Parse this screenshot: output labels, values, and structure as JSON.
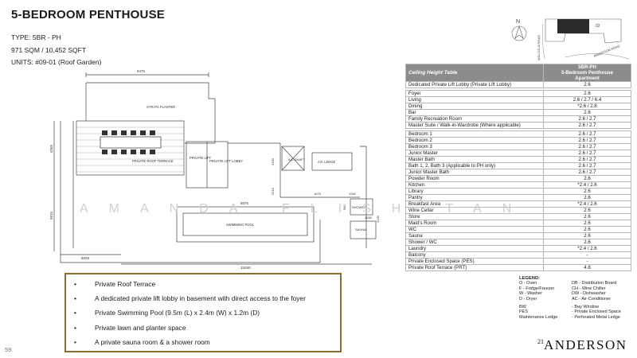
{
  "header": {
    "title": "5-BEDROOM PENTHOUSE",
    "type": "TYPE: 5BR - PH",
    "area": "971 SQM / 10,452 SQFT",
    "units": "UNITS: #09-01 (Roof Garden)"
  },
  "keyplan": {
    "road1": "MALCOLM ROAD",
    "road2": "ANDERSON ROAD",
    "block": "02"
  },
  "plan": {
    "dims": {
      "top": "9475",
      "left1": "4265",
      "left2": "5815",
      "bottom1": "6025",
      "bottom2": "15290",
      "pool": "8975",
      "d2300": "2300",
      "d2510": "2510",
      "d1675": "1675",
      "d1260": "1260",
      "d1260b": "1260",
      "d580": "580",
      "d1240": "1240"
    },
    "labels": {
      "planter": "STRATA PLANTER",
      "terrace": "PRIVATE ROOF TERRACE",
      "lift": "PRIVATE LIFT",
      "lobby": "PRIVATE LIFT LOBBY",
      "shaft": "A/C SHAFT",
      "ledge": "A/C LEDGE",
      "shower": "SHOWER",
      "sauna": "SAUNA",
      "pool": "SWIMMING POOL"
    },
    "watermark": "AMANDA FLISH TAN"
  },
  "ceiling_table": {
    "header_left": "Ceiling Height Table",
    "header_right": [
      "5BR-PH",
      "5-Bedroom Penthouse",
      "Apartment"
    ],
    "groups": [
      [
        [
          "Dedicated Private Lift Lobby (Private Lift Lobby)",
          "2.6"
        ]
      ],
      [
        [
          "Foyer",
          "2.6"
        ],
        [
          "Living",
          "2.6 / 2.7 / 6.4"
        ],
        [
          "Dining",
          "*2.6 / 2.8"
        ],
        [
          "Bar",
          "2.6"
        ],
        [
          "Family Recreation Room",
          "2.6 / 2.7"
        ],
        [
          "Master Suite / Walk-in-Wardrobe (Where applicable)",
          "2.6 / 2.7"
        ]
      ],
      [
        [
          "Bedroom 1",
          "2.6 / 2.7"
        ],
        [
          "Bedroom 2",
          "2.6 / 2.7"
        ],
        [
          "Bedroom 3",
          "2.6 / 2.7"
        ],
        [
          "Junior Master",
          "2.6 / 2.7"
        ],
        [
          "Master Bath",
          "2.6 / 2.7"
        ],
        [
          "Bath 1, 2, Bath 3 (Applicable to PH only)",
          "2.6 / 2.7"
        ],
        [
          "Junior Master Bath",
          "2.6 / 2.7"
        ],
        [
          "Powder Room",
          "2.6"
        ],
        [
          "Kitchen",
          "*2.4 / 2.6"
        ],
        [
          "Library",
          "2.6"
        ],
        [
          "Pantry",
          "2.6"
        ],
        [
          "Breakfast Area",
          "*2.4 / 2.6"
        ],
        [
          "Wine Cellar",
          "2.6"
        ],
        [
          "Store",
          "2.6"
        ],
        [
          "Maid's Room",
          "2.6"
        ],
        [
          "WC",
          "2.6"
        ],
        [
          "Sauna",
          "2.6"
        ],
        [
          "Shower / WC",
          "2.6"
        ],
        [
          "Laundry",
          "*2.4 / 2.6"
        ],
        [
          "Balcony",
          "-"
        ],
        [
          "Private Enclosed Space (PES)",
          "-"
        ],
        [
          "Private Roof Terrace (PRT)",
          "4.8"
        ]
      ]
    ]
  },
  "features": [
    "Private Roof Terrace",
    "A dedicated private lift lobby in basement with direct access to the foyer",
    "Private Swimming Pool (9.5m (L) x 2.4m (W) x 1.2m (D)",
    "Private lawn and planter space",
    "A private sauna room & a shower room"
  ],
  "legend": {
    "title": "LEGEND:",
    "rows": [
      [
        "O - Oven",
        "DB - Distribution Board"
      ],
      [
        "F - Fridge/Freezer",
        "CH - Wine Chiller"
      ],
      [
        "W - Washer",
        "DW - Dishwasher"
      ],
      [
        "D - Dryer",
        "AC - Air-Conditioner"
      ],
      [
        "BW",
        "- Bay Window"
      ],
      [
        "PES",
        "- Private Enclosed Space"
      ],
      [
        "Maintenance Ledge",
        "- Perforated Metal Ledge"
      ]
    ]
  },
  "footer": {
    "page": "59",
    "logo_num": "21",
    "logo_name": "ANDERSON"
  }
}
